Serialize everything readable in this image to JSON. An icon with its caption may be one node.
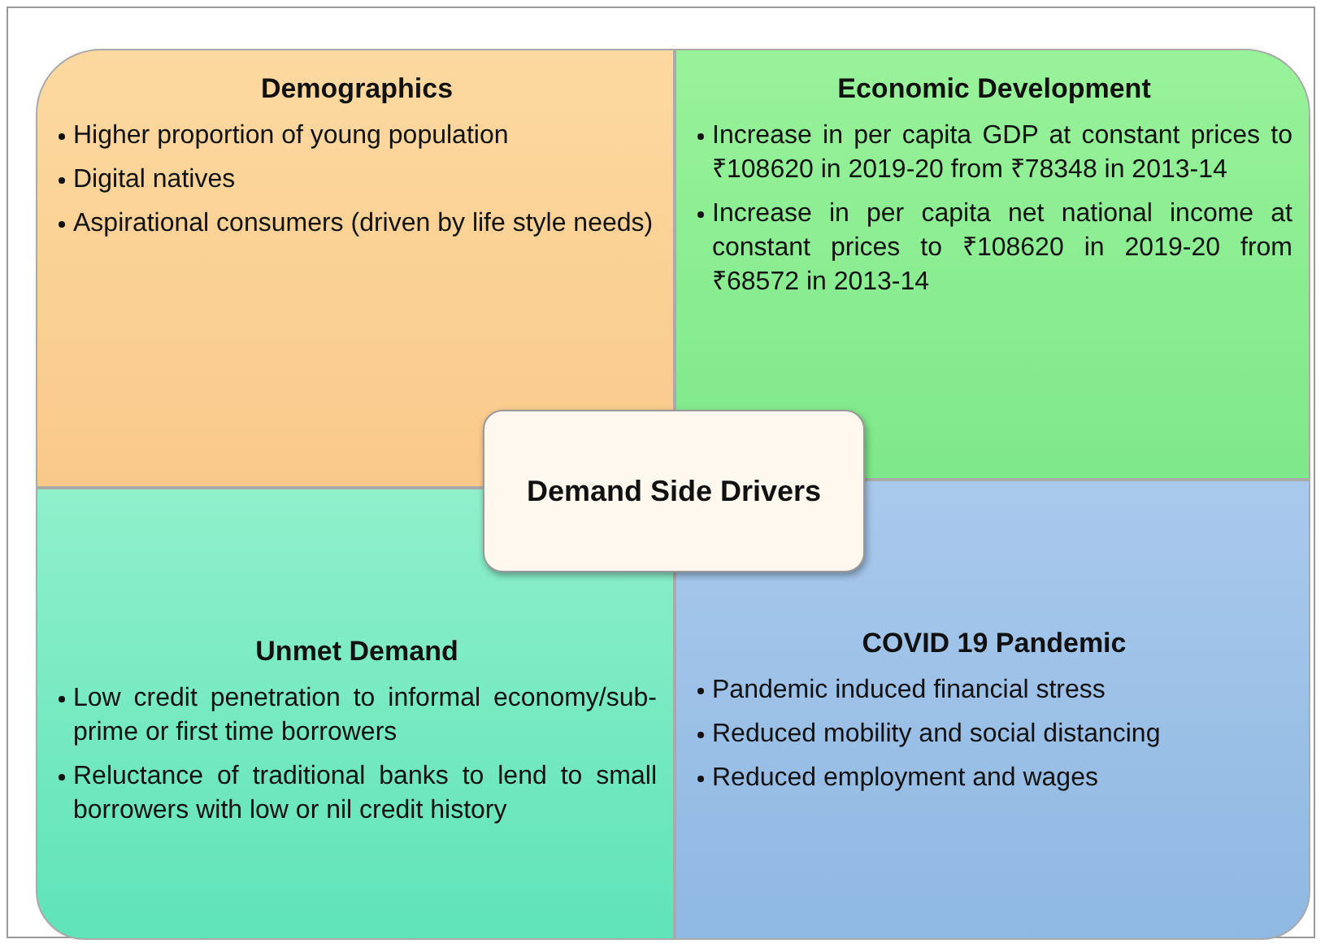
{
  "diagram": {
    "nodes": [
      {
        "text": [
          "Demographics",
          "Higher proportion of young population",
          "Digital natives",
          "Aspirational consumers (driven by life style needs)"
        ]
      },
      {
        "text": [
          "Economic Development",
          "Increase in per capita GDP at constant prices to ₹108620 in 2019-20 from ₹78348 in 2013-14",
          "Increase in per capita net national income at constant prices to ₹108620 in 2019-20 from ₹68572 in 2013-14"
        ]
      },
      {
        "text": [
          "Demand Side Drivers"
        ]
      },
      {
        "text": [
          "Unmet Demand",
          "Low credit penetration to informal economy/sub-prime or first time borrowers",
          "Reluctance of traditional banks to lend to small borrowers with low or nil credit history"
        ]
      },
      {
        "text": [
          "COVID 19 Pandemic",
          "Pandemic induced financial stress",
          "Reduced mobility and social distancing",
          "Reduced employment and wages"
        ]
      }
    ]
  }
}
